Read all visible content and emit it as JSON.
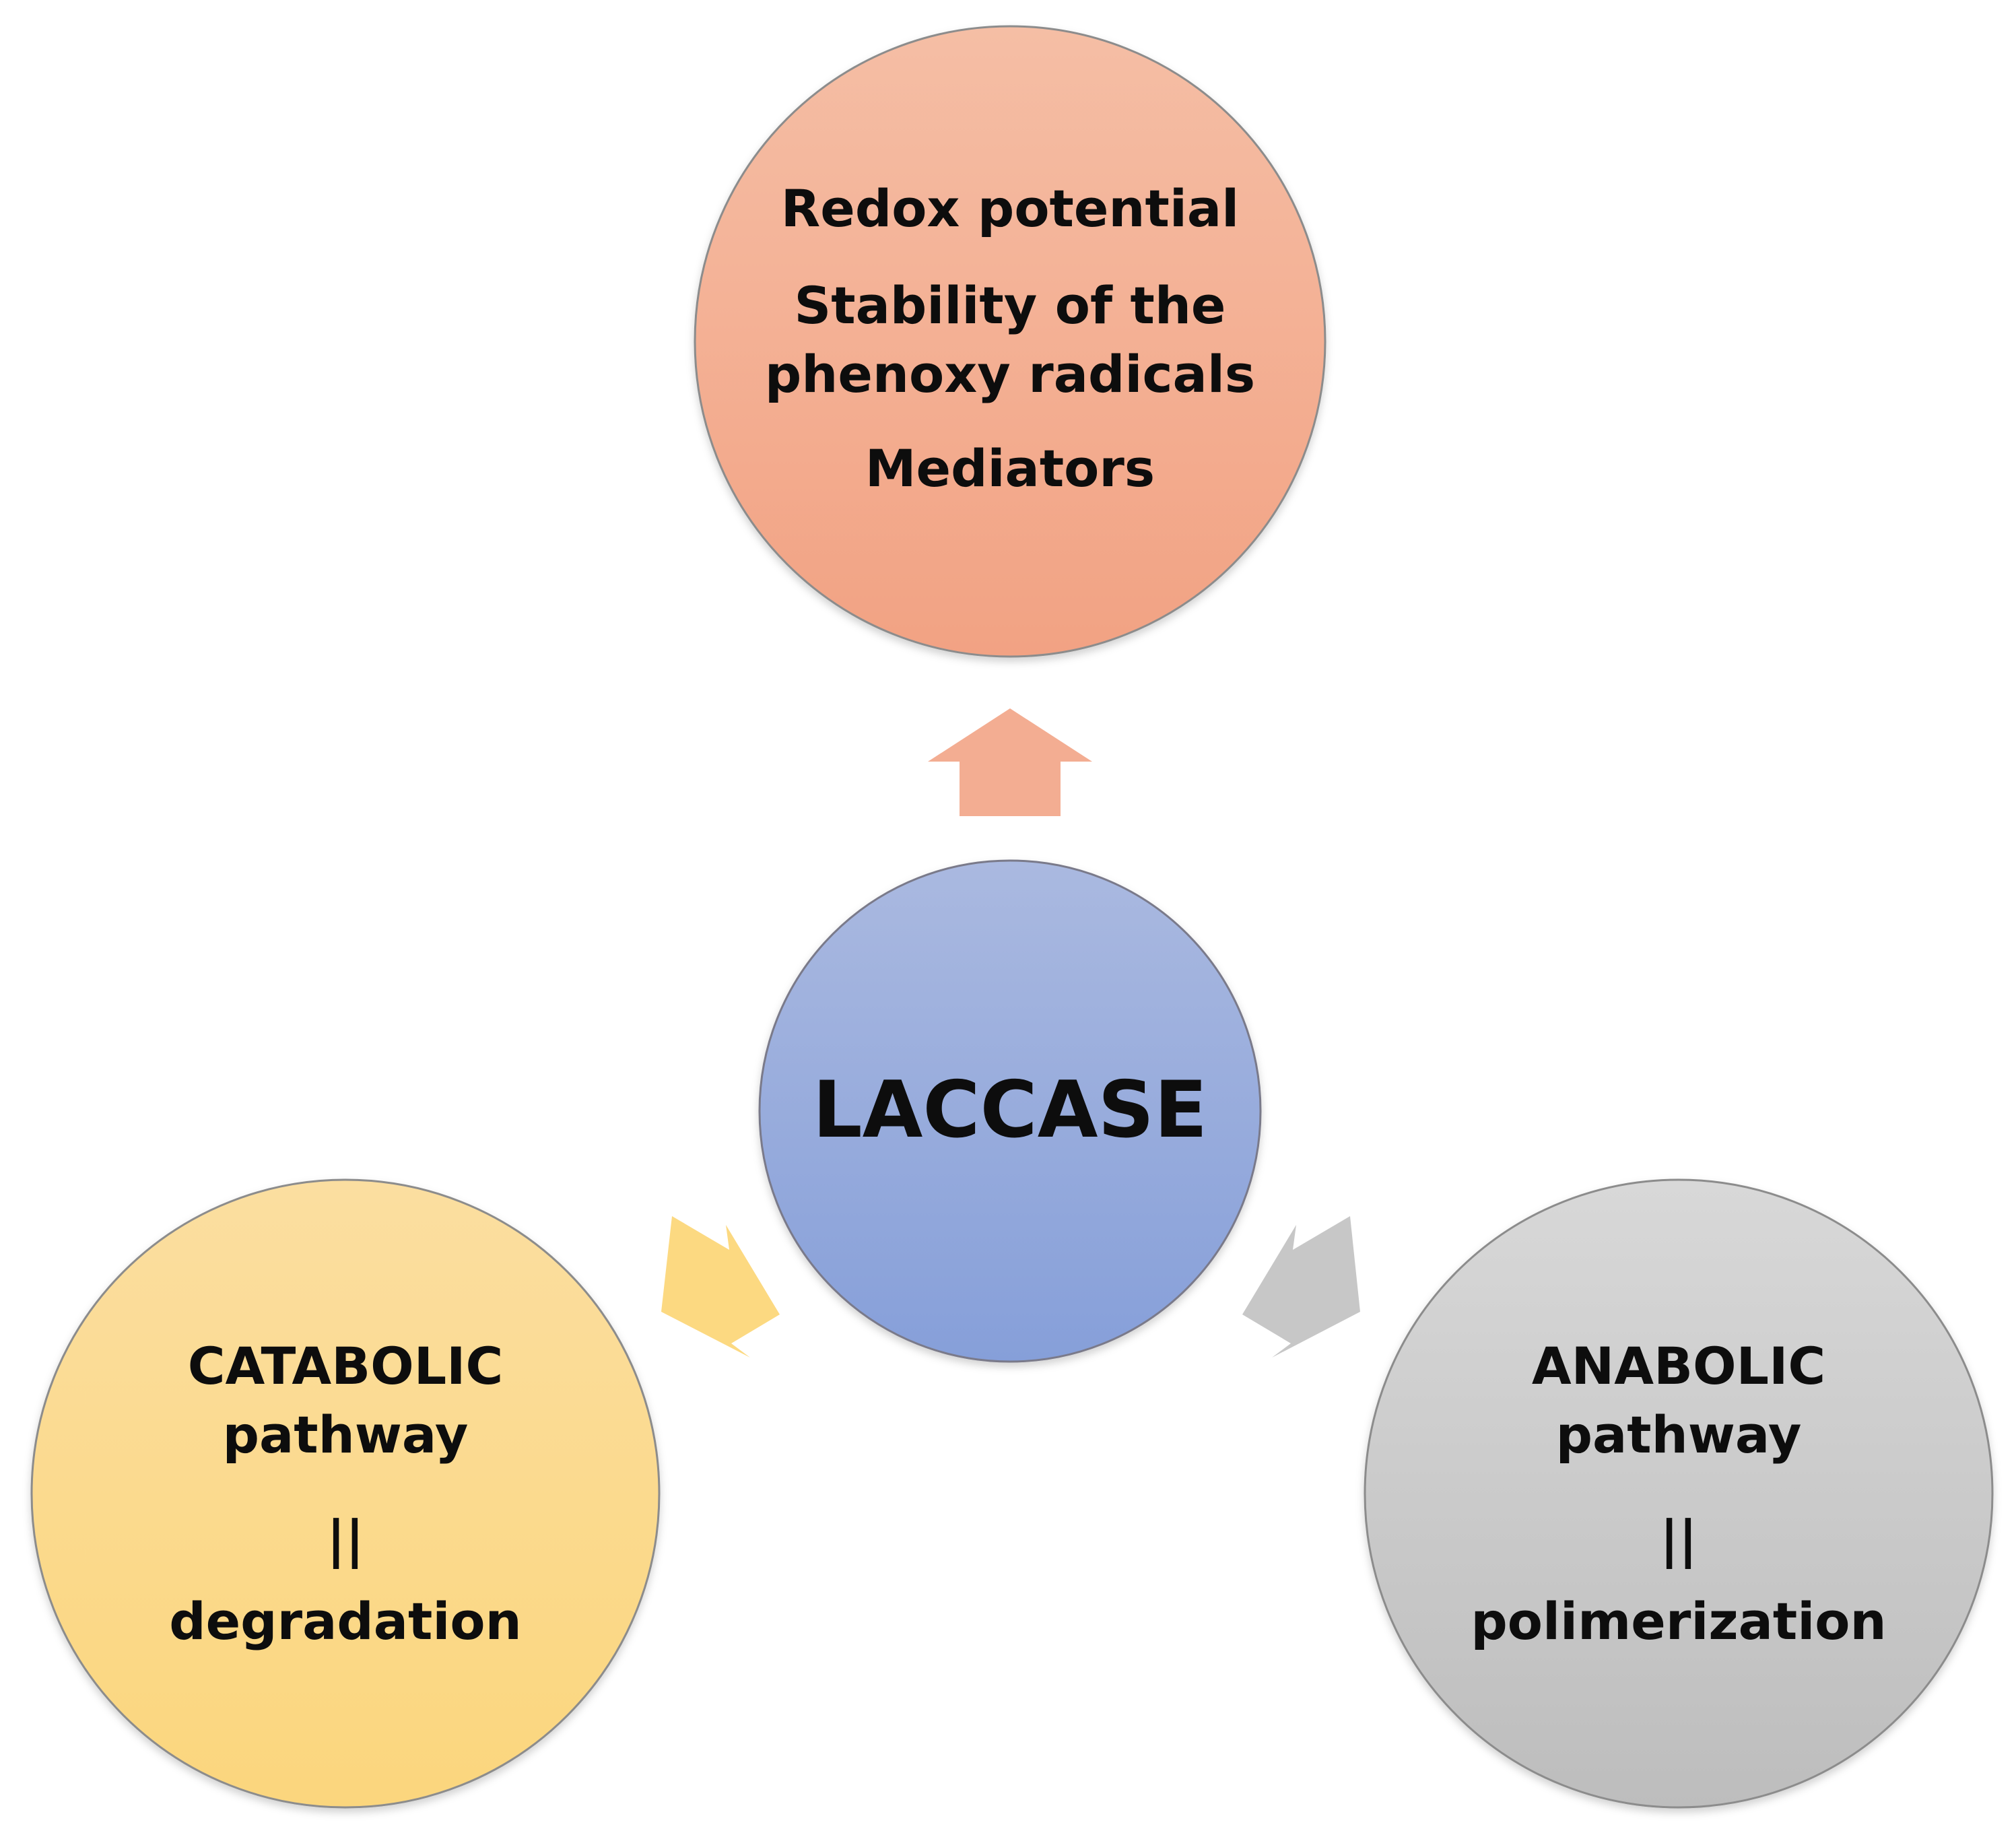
{
  "center": {
    "label": "LACCASE"
  },
  "top": {
    "lines": [
      "Redox potential",
      "Stability of the",
      "phenoxy radicals",
      "Mediators"
    ]
  },
  "left": {
    "lines": [
      "CATABOLIC",
      "pathway",
      "||",
      "degradation"
    ]
  },
  "right": {
    "lines": [
      "ANABOLIC",
      "pathway",
      "||",
      "polimerization"
    ]
  },
  "colors": {
    "center_top": "#aab9e0",
    "center_bottom": "#869fd9",
    "top_top": "#f5bea5",
    "top_bottom": "#f2a283",
    "left_top": "#fbdea0",
    "left_bottom": "#fbd67d",
    "right_top": "#d8d8d8",
    "right_bottom": "#bdbdbd",
    "arrow_top": "#f3ad92",
    "arrow_left": "#fcd981",
    "arrow_right": "#c7c7c7",
    "stroke": "#8c8c8c"
  }
}
